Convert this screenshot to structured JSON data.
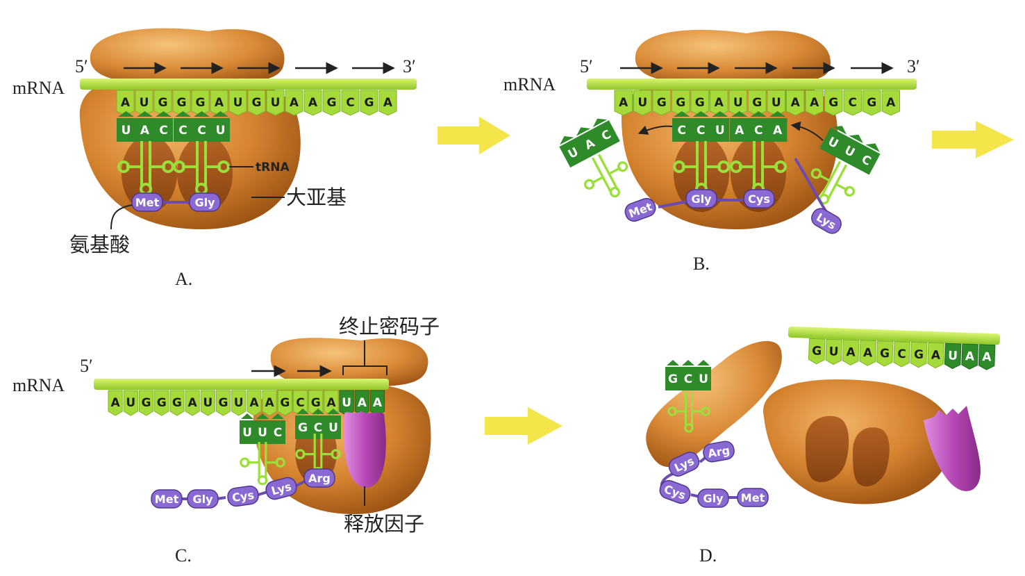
{
  "colors": {
    "ribosome": "#c9762a",
    "mrna": "#a6d93a",
    "codon_dark": "#2f8a2a",
    "trna": "#9adf3a",
    "amino_acid": "#8a6ad2",
    "release_factor": "#c45ac8",
    "arrow": "#f3e54a"
  },
  "panels": {
    "A": {
      "caption": "A.",
      "five_prime": "5′",
      "three_prime": "3′",
      "mrna_label": "mRNA",
      "codons": [
        "A",
        "U",
        "G",
        "G",
        "G",
        "A",
        "U",
        "G",
        "U",
        "A",
        "A",
        "G",
        "C",
        "G",
        "A"
      ],
      "anticodons": [
        "U",
        "A",
        "C",
        "C",
        "C",
        "U"
      ],
      "amino_acids": [
        "Met",
        "Gly"
      ],
      "trna_label": "tRNA",
      "large_subunit_label": "大亚基",
      "amino_acid_label": "氨基酸"
    },
    "B": {
      "caption": "B.",
      "five_prime": "5′",
      "three_prime": "3′",
      "mrna_label": "mRNA",
      "codons": [
        "A",
        "U",
        "G",
        "G",
        "G",
        "A",
        "U",
        "G",
        "U",
        "A",
        "A",
        "G",
        "C",
        "G",
        "A"
      ],
      "anticodons": [
        "C",
        "C",
        "U",
        "A",
        "C",
        "A"
      ],
      "left_anticodon": [
        "U",
        "A",
        "C"
      ],
      "right_anticodon": [
        "U",
        "U",
        "C"
      ],
      "amino_acids": [
        "Met",
        "Gly",
        "Cys",
        "Lys"
      ]
    },
    "C": {
      "caption": "C.",
      "five_prime": "5′",
      "mrna_label": "mRNA",
      "codons": [
        "A",
        "U",
        "G",
        "G",
        "G",
        "A",
        "U",
        "G",
        "U",
        "A",
        "A",
        "G",
        "C",
        "G",
        "A",
        "U",
        "A",
        "A"
      ],
      "left_anticodon": [
        "U",
        "U",
        "C"
      ],
      "mid_anticodon": [
        "G",
        "C",
        "U"
      ],
      "amino_acids": [
        "Met",
        "Gly",
        "Cys",
        "Lys",
        "Arg"
      ],
      "stop_codon_label": "终止密码子",
      "release_factor_label": "释放因子"
    },
    "D": {
      "caption": "D.",
      "codons": [
        "G",
        "U",
        "A",
        "A",
        "G",
        "C",
        "G",
        "A",
        "U",
        "A",
        "A"
      ],
      "anticodon": [
        "G",
        "C",
        "U"
      ],
      "amino_acids": [
        "Lys",
        "Arg",
        "Cys",
        "Gly",
        "Met"
      ]
    }
  }
}
